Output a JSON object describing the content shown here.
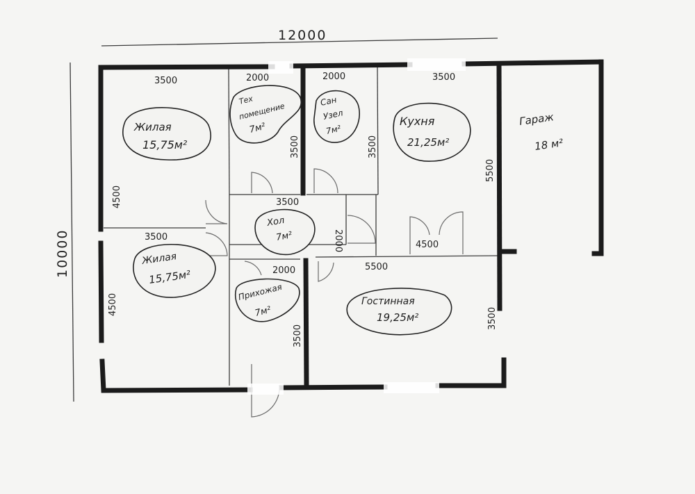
{
  "overall": {
    "width": "12000",
    "height": "10000"
  },
  "rooms": {
    "bedroom1": {
      "name": "Жилая",
      "area": "15,75м²"
    },
    "tech": {
      "name_line1": "Тех",
      "name_line2": "помещение",
      "area": "7м²"
    },
    "bath": {
      "name_line1": "Сан",
      "name_line2": "Узел",
      "area": "7м²"
    },
    "kitchen": {
      "name": "Кухня",
      "area": "21,25м²"
    },
    "garage": {
      "name": "Гараж",
      "area": "18 м²"
    },
    "hall": {
      "name": "Хол",
      "area": "7м²"
    },
    "bedroom2": {
      "name": "Жилая",
      "area": "15,75м²"
    },
    "entry": {
      "name": "Прихожая",
      "area": "7м²"
    },
    "living": {
      "name": "Гостинная",
      "area": "19,25м²"
    }
  },
  "dims": {
    "bedroom1_top": "3500",
    "tech_top": "2000",
    "bath_top": "2000",
    "kitchen_top": "3500",
    "bedroom1_left": "4500",
    "tech_right": "3500",
    "bath_right": "3500",
    "kitchen_right": "5500",
    "hall_top": "3500",
    "hall_right": "2000",
    "bedroom2_top": "3500",
    "bedroom2_left": "4500",
    "entry_top": "2000",
    "entry_right": "3500",
    "living_top": "5500",
    "living_right": "3500",
    "kitchen_bottom": "4500"
  }
}
